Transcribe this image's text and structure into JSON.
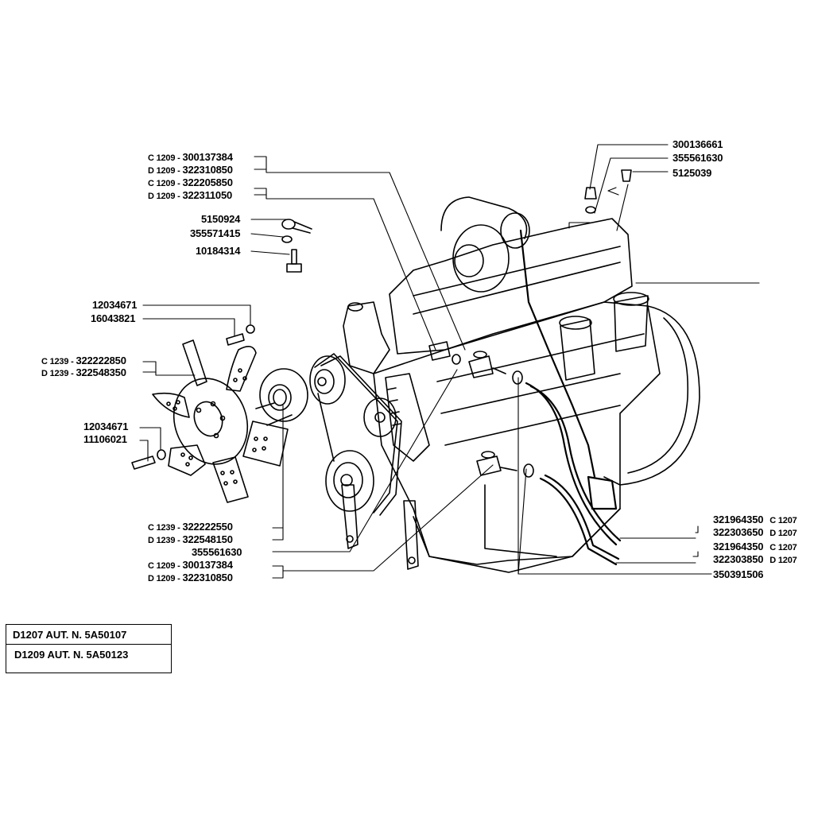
{
  "diagram": {
    "type": "exploded parts diagram",
    "subject": "diesel engine – fan, pulleys, injectors, turbo, oil lines"
  },
  "labels_left_top": [
    {
      "prefix": "C 1209 - ",
      "part": "300137384"
    },
    {
      "prefix": "D 1209 - ",
      "part": "322310850"
    },
    {
      "prefix": "C 1209 - ",
      "part": "322205850"
    },
    {
      "prefix": "D 1209 - ",
      "part": "322311050"
    }
  ],
  "labels_banjo": [
    {
      "part": "5150924"
    },
    {
      "part": "355571415"
    },
    {
      "part": "10184314"
    }
  ],
  "labels_fan_bolt": [
    {
      "part": "12034671"
    },
    {
      "part": "16043821"
    }
  ],
  "labels_fan": [
    {
      "prefix": "C 1239 - ",
      "part": "322222850"
    },
    {
      "prefix": "D 1239 - ",
      "part": "322548350"
    }
  ],
  "labels_fan_lower_bolt": [
    {
      "part": "12034671"
    },
    {
      "part": "11106021"
    }
  ],
  "labels_left_bottom": [
    {
      "prefix": "C 1239 - ",
      "part": "322222550"
    },
    {
      "prefix": "D 1239 - ",
      "part": "322548150"
    },
    {
      "prefix": "",
      "part": "355561630"
    },
    {
      "prefix": "C 1209 - ",
      "part": "300137384"
    },
    {
      "prefix": "D 1209 - ",
      "part": "322310850"
    }
  ],
  "labels_right_top": [
    {
      "part": "300136661"
    },
    {
      "part": "355561630"
    },
    {
      "part": "5125039"
    }
  ],
  "labels_right_bottom": [
    {
      "part": "321964350",
      "suffix": "C 1207"
    },
    {
      "part": "322303650",
      "suffix": "D 1207"
    },
    {
      "part": "321964350",
      "suffix": "C 1207"
    },
    {
      "part": "322303850",
      "suffix": "D 1207"
    },
    {
      "part": "350391506",
      "suffix": ""
    }
  ],
  "info_box": {
    "row1": "D1207  AUT. N. 5A50107",
    "row2": "D1209  AUT. N. 5A50123"
  }
}
